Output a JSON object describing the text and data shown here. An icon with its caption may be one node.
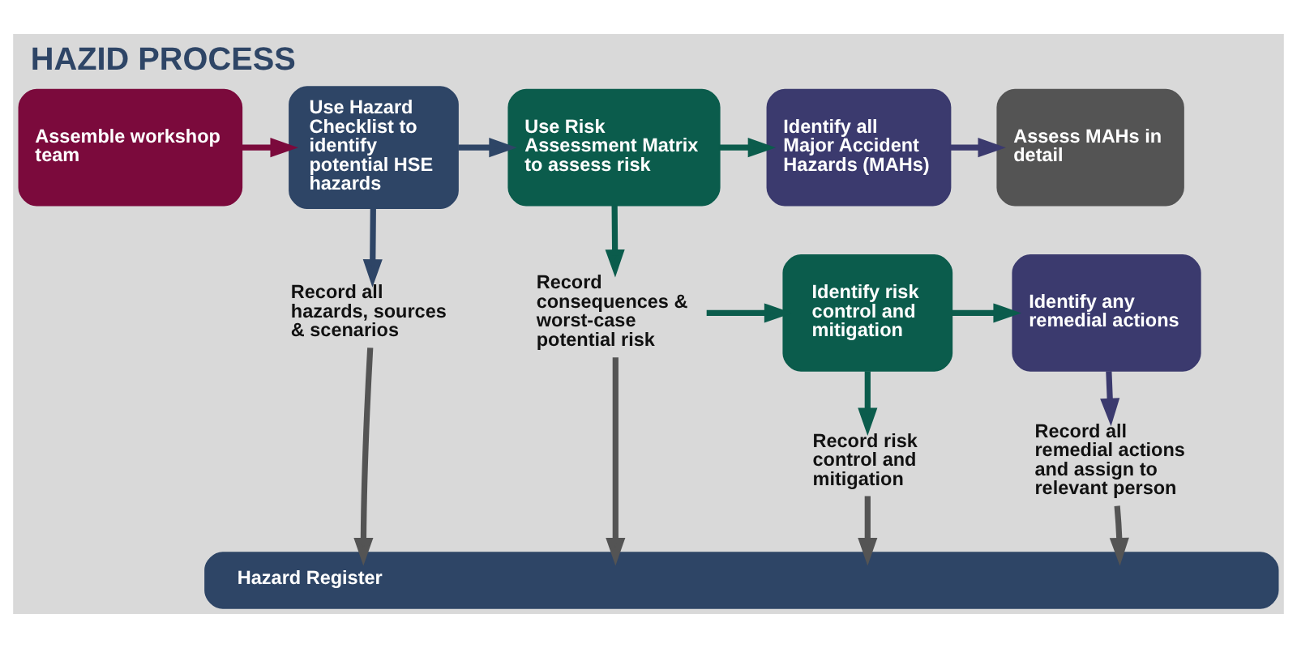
{
  "diagram": {
    "title": "HAZID PROCESS",
    "nodes": [
      {
        "text": [
          "Assemble workshop team"
        ]
      },
      {
        "text": [
          "Use Hazard Checklist to identify potential HSE hazards"
        ]
      },
      {
        "text": [
          "Use Risk Assessment Matrix to assess risk"
        ]
      },
      {
        "text": [
          "Identify all Major Accident Hazards (MAHs)"
        ]
      },
      {
        "text": [
          "Assess MAHs in detail"
        ]
      },
      {
        "text": [
          "Record all hazards, sources & scenarios"
        ]
      },
      {
        "text": [
          "Record consequences & worst-case potential risk"
        ]
      },
      {
        "text": [
          "Identify risk control and mitigation"
        ]
      },
      {
        "text": [
          "Identify any remedial actions"
        ]
      },
      {
        "text": [
          "Record risk control and mitigation"
        ]
      },
      {
        "text": [
          "Record all remedial actions and assign to relevant person"
        ]
      },
      {
        "text": [
          "Hazard Register"
        ]
      }
    ],
    "edges": [
      {
        "from": 0,
        "to": 1,
        "arrow": "to",
        "color": "#7b0a3c"
      },
      {
        "from": 1,
        "to": 2,
        "arrow": "to",
        "color": "#2e4566"
      },
      {
        "from": 2,
        "to": 3,
        "arrow": "to",
        "color": "#0b5c4c"
      },
      {
        "from": 3,
        "to": 4,
        "arrow": "to",
        "color": "#3b3a6e"
      },
      {
        "from": 1,
        "to": 5,
        "arrow": "to",
        "color": "#2e4566"
      },
      {
        "from": 2,
        "to": 6,
        "arrow": "to",
        "color": "#0b5c4c"
      },
      {
        "from": 6,
        "to": 7,
        "arrow": "to",
        "color": "#0b5c4c"
      },
      {
        "from": 7,
        "to": 8,
        "arrow": "to",
        "color": "#0b5c4c"
      },
      {
        "from": 7,
        "to": 9,
        "arrow": "to",
        "color": "#0b5c4c"
      },
      {
        "from": 8,
        "to": 10,
        "arrow": "to",
        "color": "#3b3a6e"
      },
      {
        "from": 5,
        "to": 11,
        "arrow": "to"
      },
      {
        "from": 6,
        "to": 11,
        "arrow": "to"
      },
      {
        "from": 9,
        "to": 11,
        "arrow": "to"
      },
      {
        "from": 10,
        "to": 11,
        "arrow": "to"
      }
    ]
  }
}
